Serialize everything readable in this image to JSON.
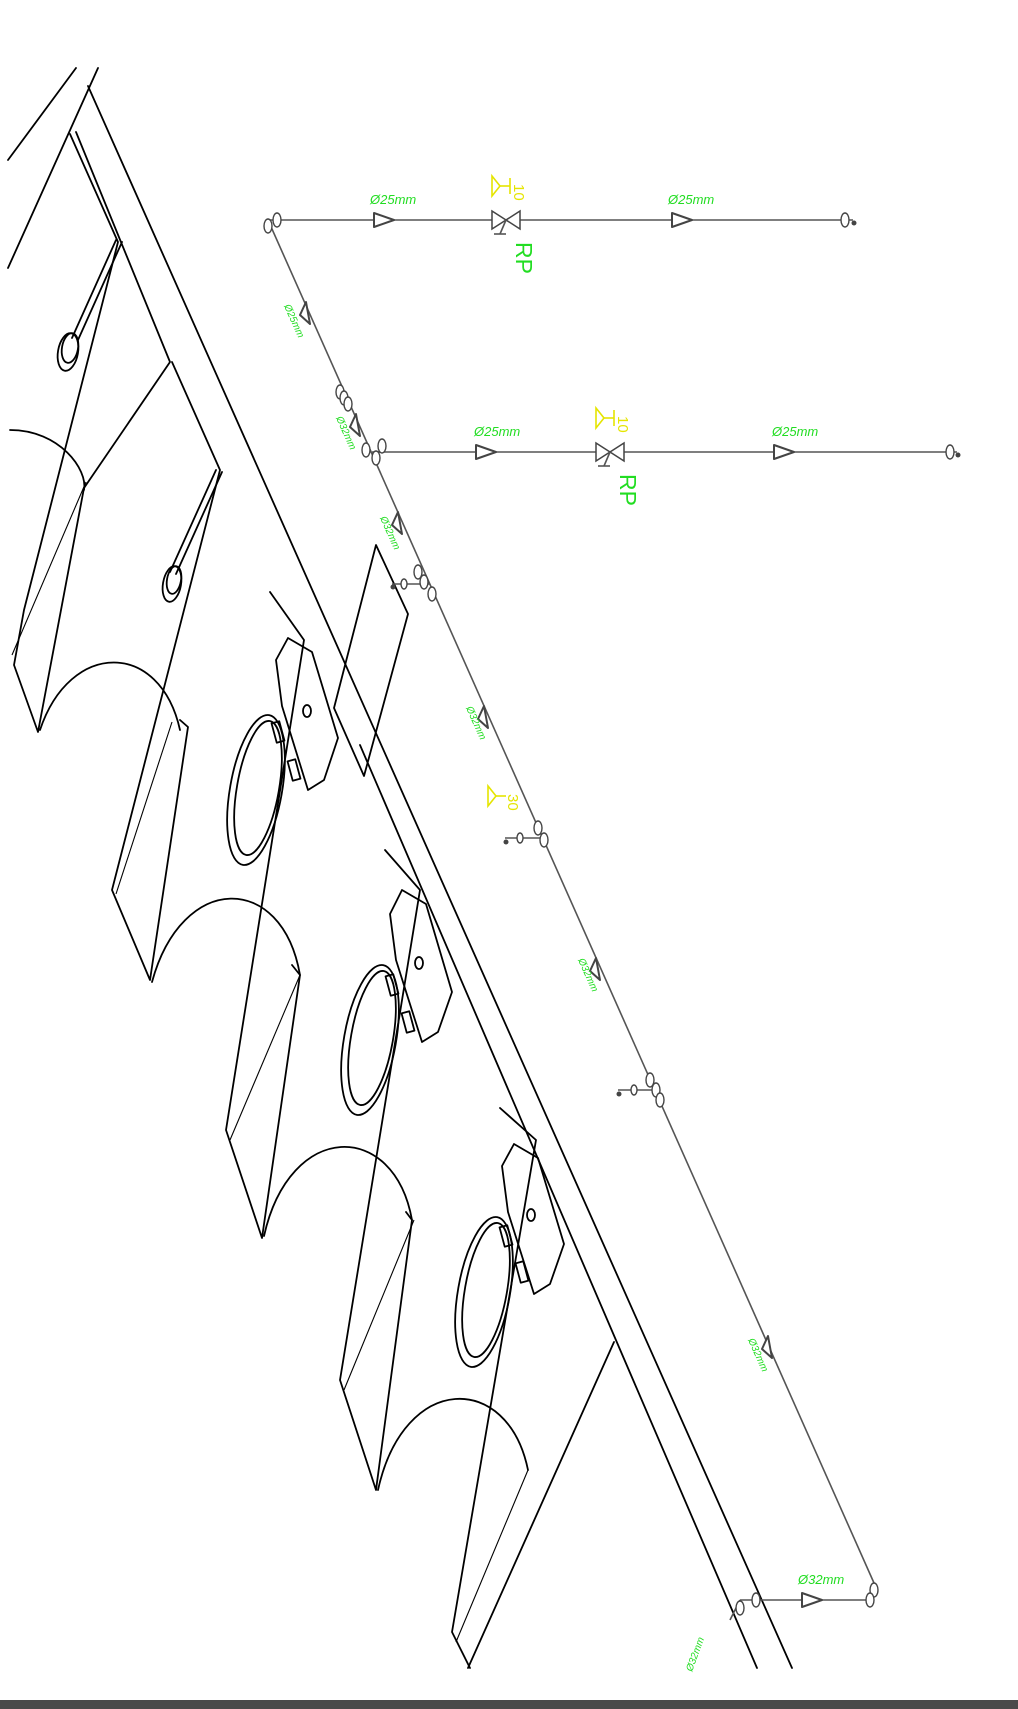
{
  "drawing": {
    "pipe_labels": {
      "top_left": "Ø25mm",
      "top_right": "Ø25mm",
      "mid_left": "Ø25mm",
      "mid_right": "Ø25mm",
      "bottom_branch": "Ø32mm",
      "riser_top": "Ø25mm",
      "riser_1": "Ø32mm",
      "riser_2": "Ø32mm",
      "riser_3": "Ø32mm",
      "riser_4": "Ø32mm",
      "riser_5": "Ø32mm",
      "riser_6": "Ø32mm"
    },
    "valve_labels": {
      "top": "RP",
      "mid": "RP"
    },
    "node_labels": {
      "top": "10",
      "mid": "10",
      "lower": "30"
    }
  },
  "colors": {
    "label_green": "#22dd22",
    "label_yellow": "#e5e500",
    "pipe_gray": "#555555"
  }
}
